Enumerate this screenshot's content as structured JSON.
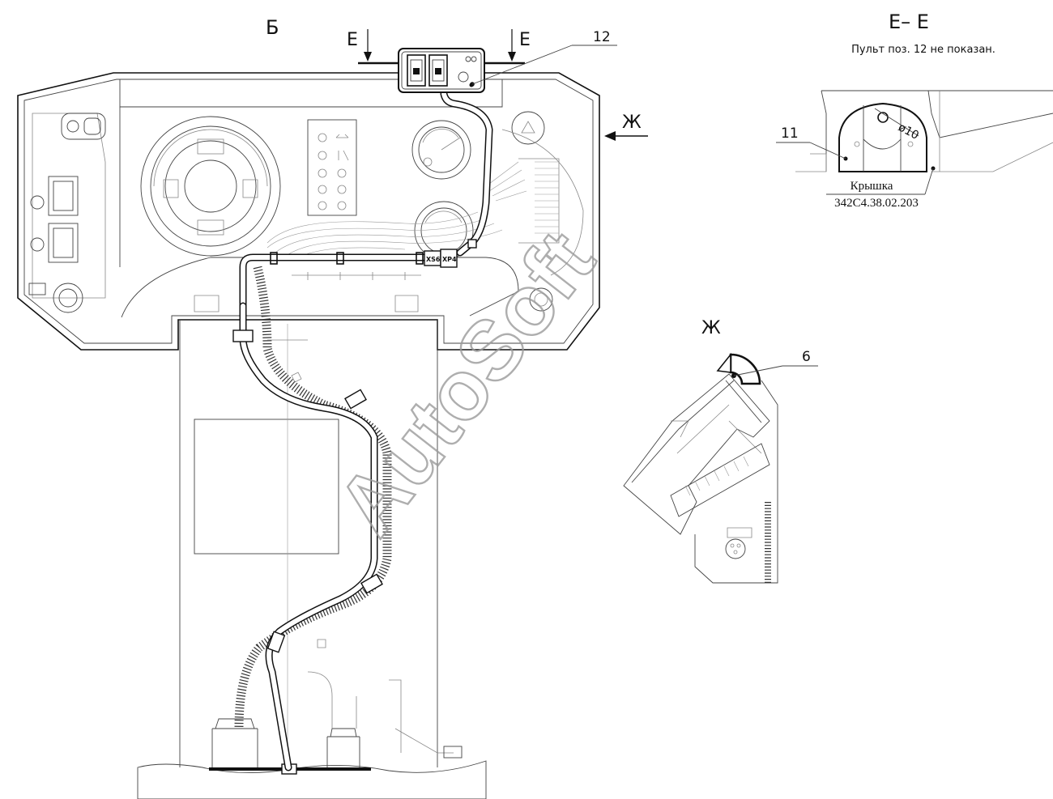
{
  "views": {
    "b": "Б",
    "e_cut_left": "Е",
    "e_cut_right": "Е",
    "zh_arrow": "Ж",
    "zh_view": "Ж",
    "section_title": "Е– Е",
    "section_note": "Пульт поз. 12 не показан."
  },
  "callouts": {
    "p12": "12",
    "p11": "11",
    "p6": "6"
  },
  "section": {
    "diameter": "ø10",
    "cover_label": "Крышка",
    "cover_part": "342С4.38.02.203"
  },
  "connectors": {
    "xs": "XS6",
    "xp": "XP4"
  },
  "watermark": "AutoSoft"
}
